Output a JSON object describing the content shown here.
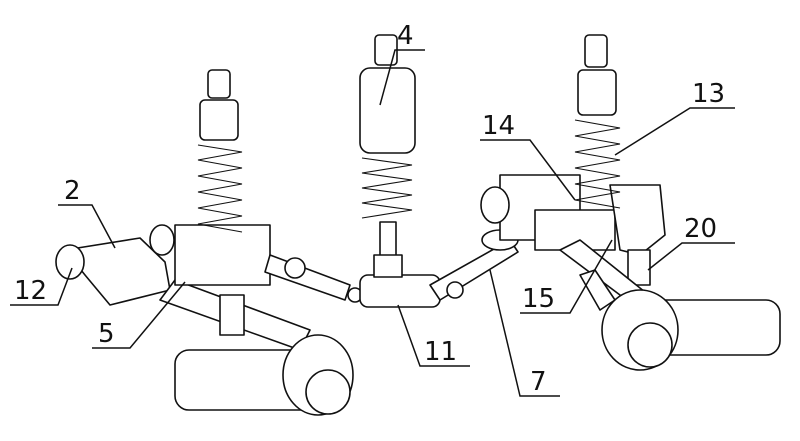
{
  "figure": {
    "labels": {
      "l4": "4",
      "l13": "13",
      "l14": "14",
      "l2": "2",
      "l20": "20",
      "l12": "12",
      "l15": "15",
      "l5": "5",
      "l11": "11",
      "l7": "7"
    }
  }
}
